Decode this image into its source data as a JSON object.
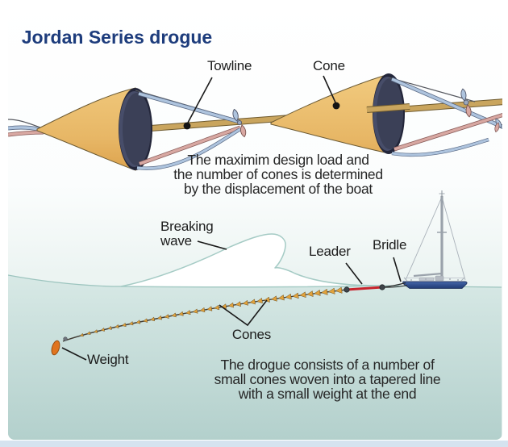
{
  "title": {
    "line1": "Jordan Series",
    "line2": "drogue"
  },
  "labels": {
    "towline": "Towline",
    "cone": "Cone",
    "breaking_wave": {
      "line1": "Breaking",
      "line2": "wave"
    },
    "leader": "Leader",
    "bridle": "Bridle",
    "cones": "Cones",
    "weight": "Weight"
  },
  "captions": {
    "design_load": {
      "line1": "The maximim design load and",
      "line2": "the number of cones is determined",
      "line3": "by the displacement of the boat"
    },
    "drogue_description": {
      "line1": "The drogue consists of a number of",
      "line2": "small cones woven into a tapered line",
      "line3": "with a small weight at the end"
    }
  },
  "colors": {
    "title_navy": "#1d3c7c",
    "label_text": "#1c1c1c",
    "leader_red": "#c8232c",
    "cone_gold": "#e9bc6a",
    "cone_mouth_navy": "#3b4057",
    "towline_gold": "#c9a55e",
    "rope_blue": "#aec4de",
    "rope_pink": "#d8a8a2",
    "sea_teal": "#b5d1cd",
    "wave_white": "#ffffff",
    "hull_blue": "#27458a",
    "weight_orange": "#e0741e",
    "footer_strip": "#d5e3ef"
  }
}
